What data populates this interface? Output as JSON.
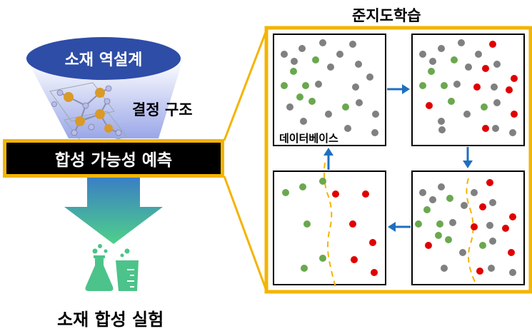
{
  "labels": {
    "material_design": "소재 역설계",
    "crystal_structure": "결정 구조",
    "synthesizability_prediction": "합성 가능성 예측",
    "material_synthesis": "소재 합성 실험",
    "supervised_learning": "준지도학습",
    "database": "데이터베이스"
  },
  "colors": {
    "design_ellipse": "#2E4DA7",
    "highlight_yellow": "#F4B400",
    "prediction_box": "#000000",
    "arrow_blue": "#1F6FBF",
    "dot_gray": "#808080",
    "dot_green": "#6AA84F",
    "dot_red": "#E00000",
    "flask_green": "#4CC38A",
    "boundary": "#F4B400"
  },
  "icons": [
    "crystal-structure-icon",
    "lab-flask-icon",
    "beaker-icon"
  ]
}
